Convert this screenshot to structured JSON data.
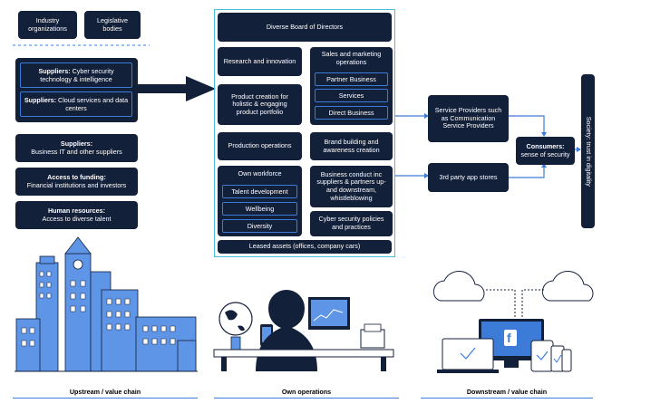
{
  "top_left": {
    "industry": "Industry organizations",
    "legislative": "Legislative bodies"
  },
  "suppliers_group": {
    "cyber_bold": "Suppliers:",
    "cyber_rest": " Cyber security technology & intelligence",
    "cloud_bold": "Suppliers:",
    "cloud_rest": " Cloud services and data centers"
  },
  "left_boxes": {
    "it_title": "Suppliers:",
    "it_text": "Business IT and other suppliers",
    "funding_title": "Access to funding:",
    "funding_text": "Financial institutions and investors",
    "hr_title": "Human resources:",
    "hr_text": "Access to diverse talent"
  },
  "center": {
    "board": "Diverse Board of Directors",
    "research": "Research and innovation",
    "sales": "Sales and marketing operations",
    "partner": "Partner Business",
    "services": "Services",
    "direct": "Direct Business",
    "product": "Product creation for holistic & engaging product portfolio",
    "production": "Production operations",
    "brand": "Brand building and awareness creation",
    "workforce": "Own workforce",
    "talent": "Talent development",
    "wellbeing": "Wellbeing",
    "diversity": "Diversity",
    "conduct": "Business conduct inc suppliers & partners up- and downstream, whistleblowing",
    "cyber": "Cyber security policies and practices",
    "leased": "Leased assets (offices, company cars)"
  },
  "right": {
    "providers": "Service Providers such as Communication Service Providers",
    "appstores": "3rd party app stores",
    "consumers_bold": "Consumers:",
    "consumers_rest": " sense of security",
    "society": "Society: trust in digitality"
  },
  "captions": {
    "upstream": "Upstream / value chain",
    "own": "Own operations",
    "downstream": "Downstream / value chain"
  },
  "colors": {
    "navy": "#13203a",
    "accent_blue": "#3d7bd8",
    "light_blue": "#5f95e6",
    "teal_border": "#48c0d8"
  }
}
